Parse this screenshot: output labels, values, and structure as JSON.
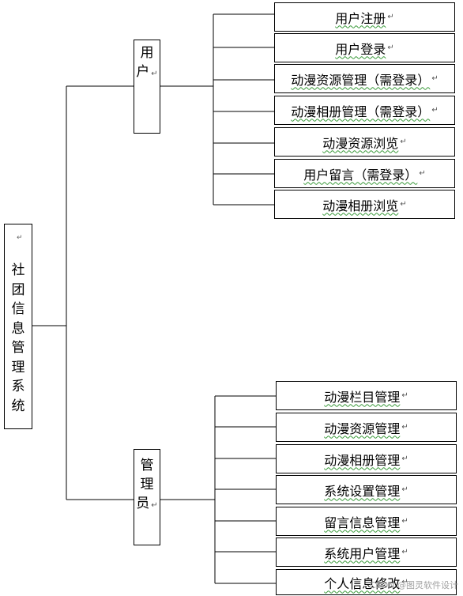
{
  "root": {
    "label": "社团信息管理系统",
    "chars": [
      "社",
      "团",
      "信",
      "息",
      "管",
      "理",
      "系",
      "统"
    ]
  },
  "groups": [
    {
      "name": "user",
      "chars": [
        "用",
        "户"
      ],
      "children": [
        "用户注册",
        "用户登录",
        "动漫资源管理（需登录）",
        "动漫相册管理（需登录）",
        "动漫资源浏览",
        "用户留言（需登录）",
        "动漫相册浏览"
      ]
    },
    {
      "name": "admin",
      "chars": [
        "管",
        "理",
        "员"
      ],
      "children": [
        "动漫栏目管理",
        "动漫资源管理",
        "动漫相册管理",
        "系统设置管理",
        "留言信息管理",
        "系统用户管理",
        "个人信息修改"
      ]
    }
  ],
  "watermark": "CSDN @图灵软件设计"
}
